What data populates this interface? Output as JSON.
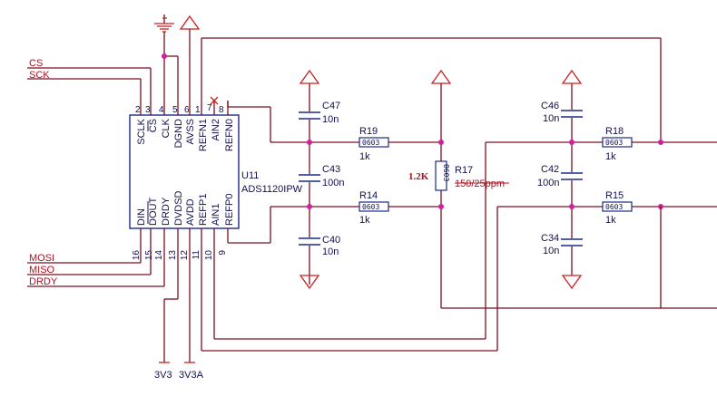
{
  "ic": {
    "ref": "U11",
    "part": "ADS1120IPW",
    "top_pins": [
      {
        "num": "2",
        "name": "SCLK"
      },
      {
        "num": "3",
        "name": "CS"
      },
      {
        "num": "4",
        "name": "CLK"
      },
      {
        "num": "5",
        "name": "DGND"
      },
      {
        "num": "6",
        "name": "AVSS"
      },
      {
        "num": "7",
        "name": "AIN2"
      },
      {
        "num": "8",
        "name": "REFN0"
      },
      {
        "num": "1",
        "name": "REFN1"
      }
    ],
    "bottom_pins": [
      {
        "num": "16",
        "name": "DIN"
      },
      {
        "num": "15",
        "name": "DOUT"
      },
      {
        "num": "14",
        "name": "DRDY"
      },
      {
        "num": "13",
        "name": "DVDSD"
      },
      {
        "num": "12",
        "name": "AVDD"
      },
      {
        "num": "11",
        "name": "REFP1"
      },
      {
        "num": "10",
        "name": "AIN1"
      },
      {
        "num": "9",
        "name": "REFP0"
      }
    ]
  },
  "nets": {
    "cs": "CS",
    "sck": "SCK",
    "mosi": "MOSI",
    "miso": "MISO",
    "drdy": "DRDY",
    "supply1": "3V3",
    "supply2": "3V3A"
  },
  "capacitors": [
    {
      "ref": "C47",
      "value": "10n"
    },
    {
      "ref": "C43",
      "value": "100n"
    },
    {
      "ref": "C40",
      "value": "10n"
    },
    {
      "ref": "C46",
      "value": "10n"
    },
    {
      "ref": "C42",
      "value": "100n"
    },
    {
      "ref": "C34",
      "value": "10n"
    }
  ],
  "resistors": [
    {
      "ref": "R19",
      "value": "1k",
      "package": "0603"
    },
    {
      "ref": "R14",
      "value": "1k",
      "package": "0603"
    },
    {
      "ref": "R18",
      "value": "1k",
      "package": "0603"
    },
    {
      "ref": "R15",
      "value": "1k",
      "package": "0603"
    }
  ],
  "ref_resistor": {
    "ref": "R17",
    "value": "1.2K",
    "spec": "150/25ppm",
    "package": "0603"
  },
  "colors": {
    "wire": "#7a1020",
    "symbol": "#cc2020",
    "capacitor": "#1a2a8a",
    "junction": "#d020a0",
    "text": "#101050",
    "net_label": "#b01020"
  }
}
